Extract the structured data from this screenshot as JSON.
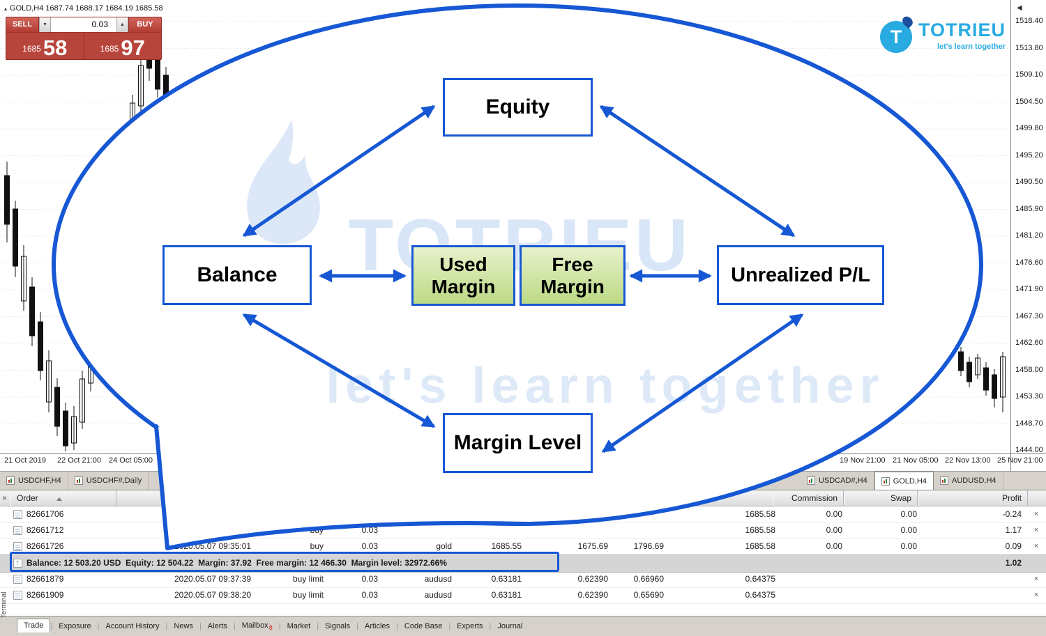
{
  "chart": {
    "title": "GOLD,H4 1687.74 1688.17 1684.19 1685.58",
    "price_axis": [
      "1518.40",
      "1513.80",
      "1509.10",
      "1504.50",
      "1499.80",
      "1495.20",
      "1490.50",
      "1485.90",
      "1481.20",
      "1476.60",
      "1471.90",
      "1467.30",
      "1462.60",
      "1458.00",
      "1453.30",
      "1448.70",
      "1444.00"
    ],
    "time_axis_left": [
      "21 Oct 2019",
      "22 Oct 21:00",
      "24 Oct 05:00"
    ],
    "time_axis_right": [
      "19 Nov 21:00",
      "21 Nov 05:00",
      "22 Nov 13:00",
      "25 Nov 21:00"
    ]
  },
  "trade_panel": {
    "sell_label": "SELL",
    "buy_label": "BUY",
    "volume": "0.03",
    "sell_price_main": "1685",
    "sell_price_pips": "58",
    "buy_price_main": "1685",
    "buy_price_pips": "97"
  },
  "logo": {
    "monogram": "T",
    "brand": "TOTRIEU",
    "tagline": "let's learn together"
  },
  "watermark": {
    "brand": "TOTRIEU",
    "tagline": "let's learn together"
  },
  "diagram": {
    "equity": "Equity",
    "balance": "Balance",
    "used_margin": "Used Margin",
    "free_margin": "Free Margin",
    "unrealized_pl": "Unrealized P/L",
    "margin_level": "Margin Level"
  },
  "chart_tabs": {
    "left": [
      "USDCHF,H4",
      "USDCHF#,Daily"
    ],
    "right": [
      "USDCAD#,H4",
      "GOLD,H4",
      "AUDUSD,H4"
    ],
    "active": "GOLD,H4"
  },
  "terminal": {
    "columns": {
      "order": "Order",
      "commission": "Commission",
      "swap": "Swap",
      "profit": "Profit"
    },
    "orders": [
      {
        "order": "82661706",
        "time": "",
        "type": "",
        "size": "",
        "symbol": "",
        "price_open": "",
        "sl": "",
        "tp": "",
        "price_cur": "1685.58",
        "commission": "0.00",
        "swap": "0.00",
        "profit": "-0.24"
      },
      {
        "order": "82661712",
        "time": "",
        "type": "buy",
        "size": "0.03",
        "symbol": "",
        "price_open": "",
        "sl": "",
        "tp": "",
        "price_cur": "1685.58",
        "commission": "0.00",
        "swap": "0.00",
        "profit": "1.17"
      },
      {
        "order": "82661726",
        "time": "2020.05.07 09:35:01",
        "type": "buy",
        "size": "0.03",
        "symbol": "gold",
        "price_open": "1685.55",
        "sl": "1675.69",
        "tp": "1796.69",
        "price_cur": "1685.58",
        "commission": "0.00",
        "swap": "0.00",
        "profit": "0.09"
      }
    ],
    "balance_row": {
      "text": "Balance: 12 503.20 USD  Equity: 12 504.22  Margin: 37.92  Free margin: 12 466.30  Margin level: 32972.66%",
      "profit": "1.02"
    },
    "pending": [
      {
        "order": "82661879",
        "time": "2020.05.07 09:37:39",
        "type": "buy limit",
        "size": "0.03",
        "symbol": "audusd",
        "price_open": "0.63181",
        "sl": "0.62390",
        "tp": "0.66960",
        "price_cur": "0.64375",
        "commission": "",
        "swap": "",
        "profit": ""
      },
      {
        "order": "82661909",
        "time": "2020.05.07 09:38:20",
        "type": "buy limit",
        "size": "0.03",
        "symbol": "audusd",
        "price_open": "0.63181",
        "sl": "0.62390",
        "tp": "0.65690",
        "price_cur": "0.64375",
        "commission": "",
        "swap": "",
        "profit": ""
      }
    ],
    "tabs": [
      "Trade",
      "Exposure",
      "Account History",
      "News",
      "Alerts",
      "Mailbox",
      "Market",
      "Signals",
      "Articles",
      "Code Base",
      "Experts",
      "Journal"
    ],
    "active_tab": "Trade",
    "mailbox_badge": "8",
    "side_label": "Terminal"
  },
  "icons": {
    "close_x": "×",
    "caret_down": "▼",
    "caret_up": "▲",
    "scroll_left": "◀",
    "window_marker": "▴",
    "up_arrow": "↑"
  },
  "colors": {
    "acc3ent_blue": "#1657d4",
    "logo_blue": "#29abe2",
    "panel_red": "#b8453c",
    "node_green": "#cfe49b",
    "watermark_blue": "#d8e6f7"
  }
}
